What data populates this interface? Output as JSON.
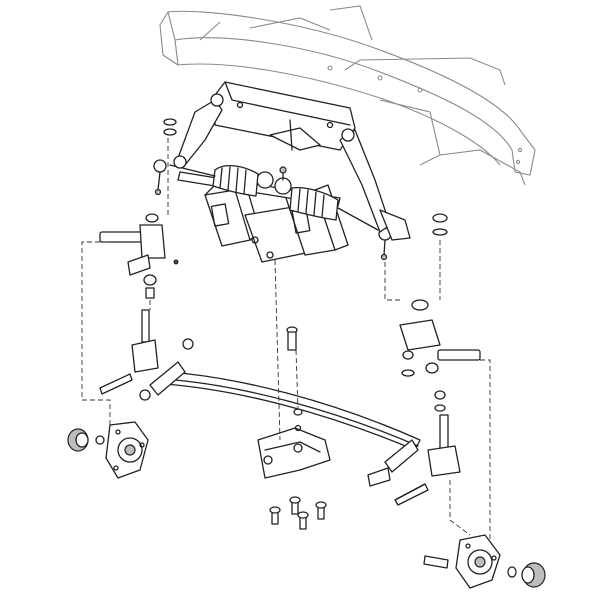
{
  "diagram": {
    "type": "exploded-assembly-illustration",
    "colors": {
      "line": "#222222",
      "frame": "#8a8a8a",
      "shade": "#bdbdbd",
      "background": "#ffffff"
    },
    "parts": [
      "frame-rail",
      "steering-rack-mount",
      "steering-rack",
      "left-rubber-boot",
      "right-rubber-boot",
      "left-tie-rod-end",
      "right-tie-rod-end",
      "left-spindle",
      "right-spindle",
      "left-kingpin",
      "right-kingpin",
      "leaf-spring",
      "spring-mount-bracket",
      "left-hub",
      "right-hub",
      "left-dust-cap",
      "right-dust-cap",
      "center-bolt",
      "mounting-bolts"
    ]
  }
}
